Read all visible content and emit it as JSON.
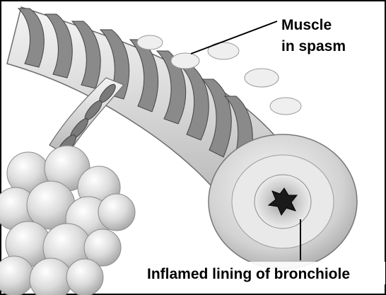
{
  "labels": {
    "muscle_line1": "Muscle",
    "muscle_line2": "in spasm",
    "lining": "Inflamed lining of bronchiole"
  },
  "colors": {
    "tube_light": "#e4e4e4",
    "muscle_band": "#8a8a8a",
    "muscle_band_dark": "#5e5e5e",
    "alveoli": "#d9d9d9",
    "lumen": "#1a1a1a",
    "inflamed_lining": "#bdbdbd"
  }
}
